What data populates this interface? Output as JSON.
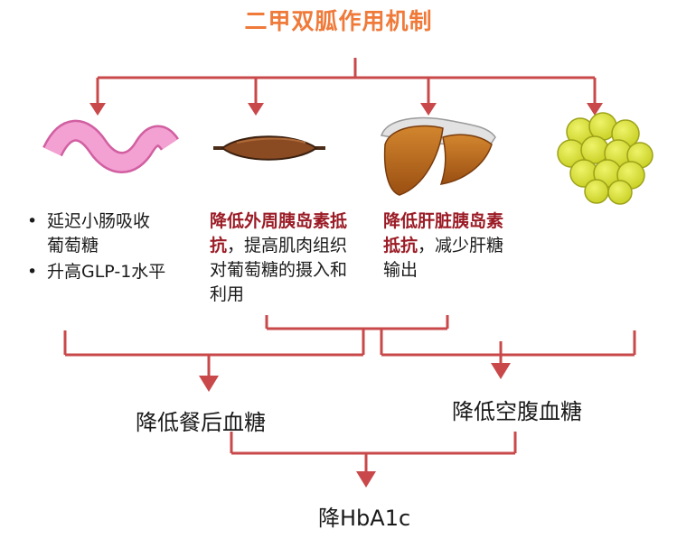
{
  "title": "二甲双胍作用机制",
  "colors": {
    "title": "#ef7a3a",
    "line": "#c9484a",
    "gut": "#f3a0d2",
    "muscle": "#8a4a22",
    "liver": "#b5661c",
    "fat": "#d9e23a"
  },
  "organs": [
    "intestine",
    "muscle",
    "liver",
    "fat-cells"
  ],
  "gut": {
    "items": [
      "延迟小肠吸收\n葡萄糖",
      "升高GLP-1水平"
    ]
  },
  "muscle": {
    "highlight": "降低外周胰岛素抵\n抗",
    "rest": "，提高肌肉组织\n对葡萄糖的摄入和\n利用"
  },
  "liver": {
    "highlight": "降低肝脏胰岛素\n抵抗",
    "rest": "，减少肝糖\n输出"
  },
  "results": {
    "postprandial": "降低餐后血糖",
    "fasting": "降低空腹血糖",
    "final": "降HbA1c"
  }
}
